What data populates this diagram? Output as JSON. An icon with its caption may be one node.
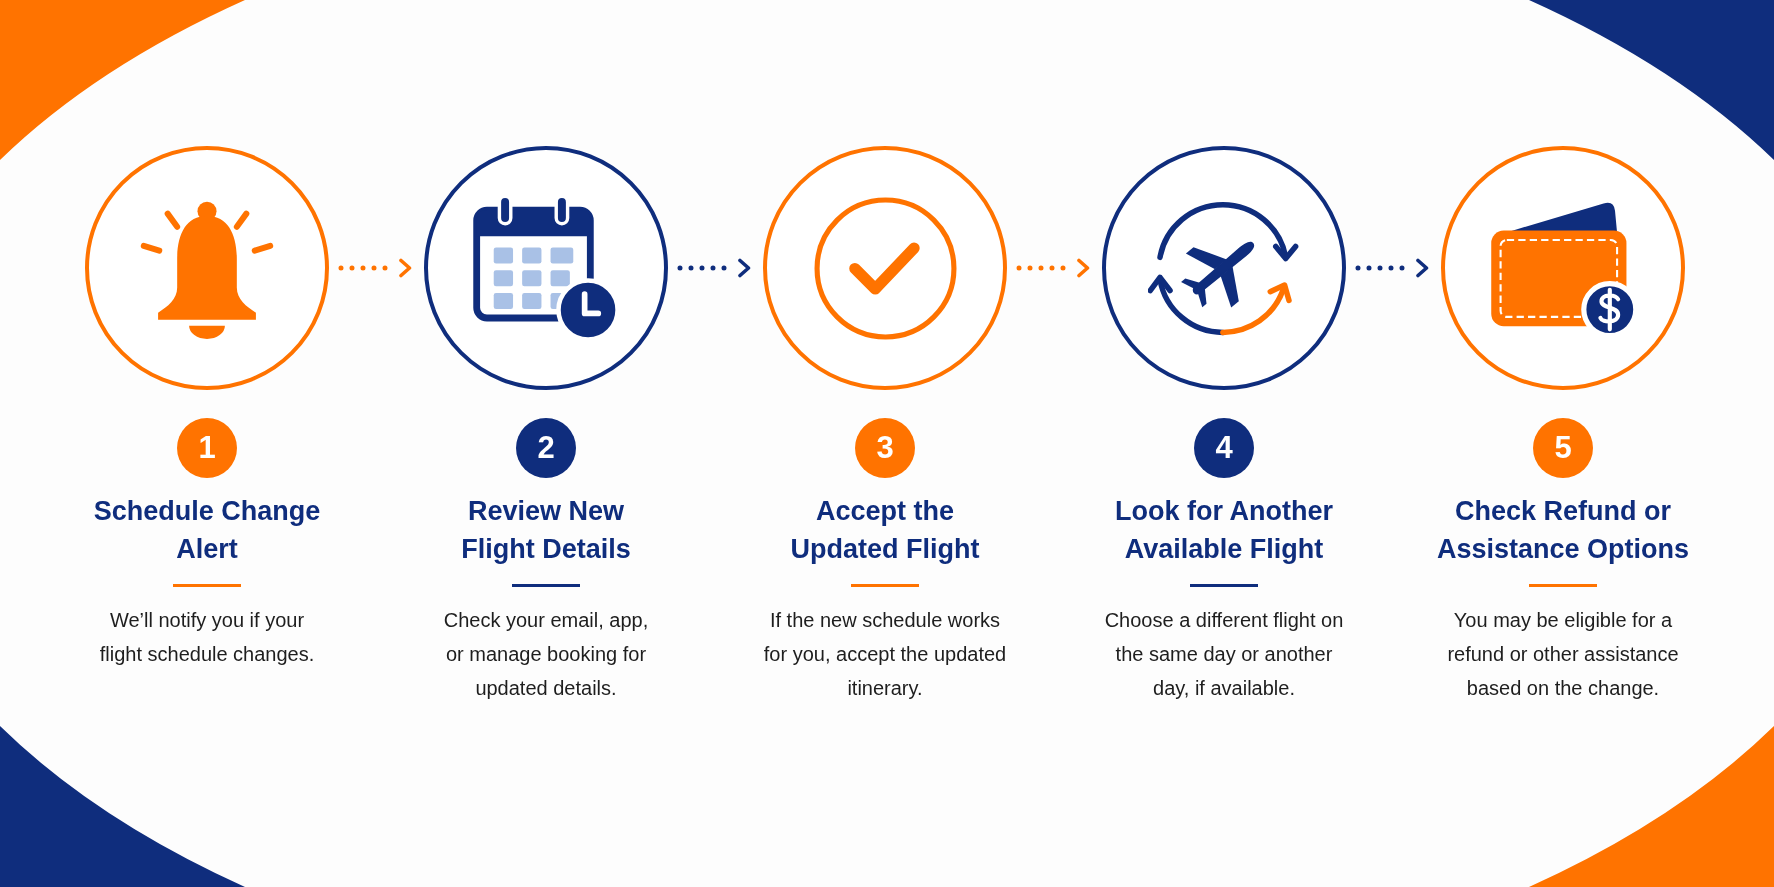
{
  "diagram": {
    "nodes": [
      {
        "text": [],
        "shape": "picture"
      },
      {
        "text": [
          "1"
        ],
        "beside": [
          "Schedule Change Alert",
          "We’ll notify you if your flight schedule changes."
        ]
      },
      {
        "text": [],
        "shape": "picture"
      },
      {
        "text": [
          "2"
        ],
        "beside": [
          "Review New Flight Details",
          "Check your email, app, or manage booking for updated details."
        ]
      },
      {
        "text": [],
        "shape": "picture"
      },
      {
        "text": [
          "3"
        ],
        "beside": [
          "Accept the Updated Flight",
          "If the new schedule works for you, accept the updated itinerary."
        ]
      },
      {
        "text": [],
        "shape": "picture"
      },
      {
        "text": [
          "4"
        ],
        "beside": [
          "Look for Another Available Flight",
          "Choose a different flight on the same day or another day, if available."
        ]
      },
      {
        "text": [],
        "shape": "picture"
      },
      {
        "text": [
          "5"
        ],
        "beside": [
          "Check Refund or Assistance Options",
          "You may be eligible for a refund or other assistance based on the change."
        ]
      }
    ],
    "edges": [
      {
        "from": 0,
        "to": 2,
        "arrow": "to",
        "style": "dashed",
        "color": "#ff7300"
      },
      {
        "from": 2,
        "to": 4,
        "arrow": "to",
        "style": "dashed",
        "color": "#0f2d7d"
      },
      {
        "from": 4,
        "to": 6,
        "arrow": "to",
        "style": "dashed",
        "color": "#ff7300"
      },
      {
        "from": 6,
        "to": 8,
        "arrow": "to",
        "style": "dashed",
        "color": "#0f2d7d"
      }
    ]
  }
}
